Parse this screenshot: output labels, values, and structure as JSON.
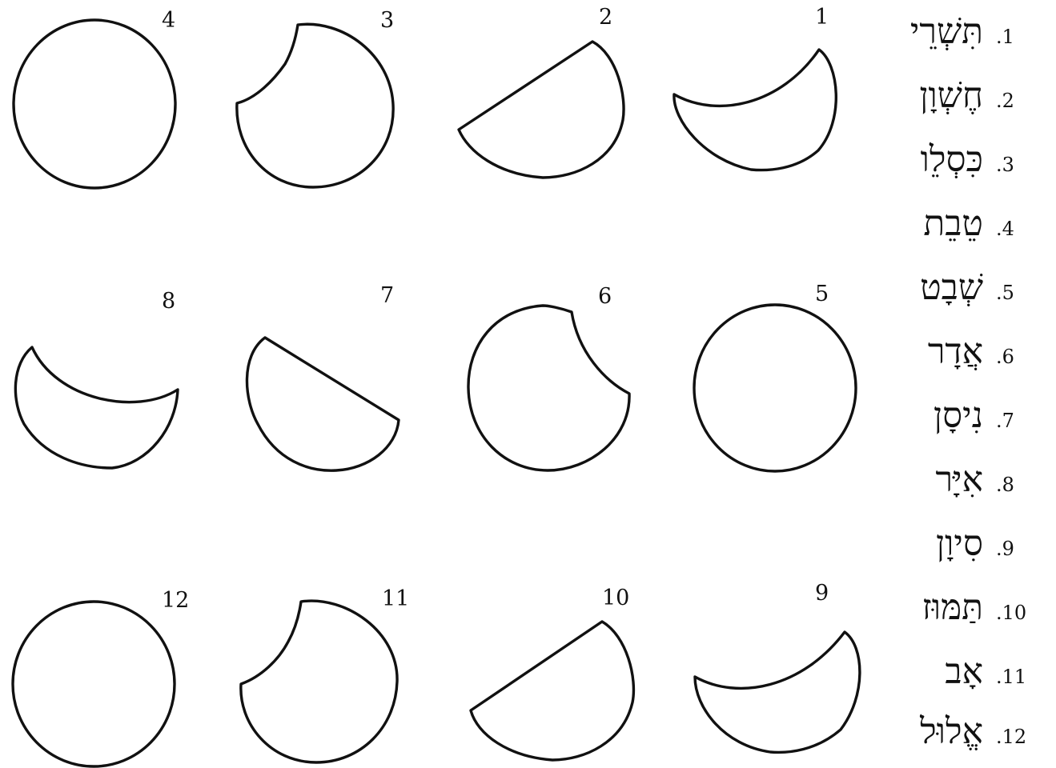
{
  "moon_diagrams": [
    {
      "label": "1",
      "shape": "crescent-up-right"
    },
    {
      "label": "2",
      "shape": "half-disc-lower-tilted"
    },
    {
      "label": "3",
      "shape": "disc-notch-upper-left"
    },
    {
      "label": "4",
      "shape": "full-disc"
    },
    {
      "label": "5",
      "shape": "full-disc"
    },
    {
      "label": "6",
      "shape": "disc-notch-upper-right"
    },
    {
      "label": "7",
      "shape": "half-disc-lower-tilted-mirrored"
    },
    {
      "label": "8",
      "shape": "crescent-up-left"
    },
    {
      "label": "9",
      "shape": "crescent-up-right"
    },
    {
      "label": "10",
      "shape": "half-disc-lower-tilted"
    },
    {
      "label": "11",
      "shape": "disc-notch-upper-left"
    },
    {
      "label": "12",
      "shape": "full-disc"
    }
  ],
  "months": [
    {
      "index": ".1",
      "name": "תִּשְׁרֵי"
    },
    {
      "index": ".2",
      "name": "חֶשְׁוָן"
    },
    {
      "index": ".3",
      "name": "כִּסְלֵו"
    },
    {
      "index": ".4",
      "name": "טֵבֵת"
    },
    {
      "index": ".5",
      "name": "שְׁבָט"
    },
    {
      "index": ".6",
      "name": "אֲדָר"
    },
    {
      "index": ".7",
      "name": "נִיסָן"
    },
    {
      "index": ".8",
      "name": "אִיָּר"
    },
    {
      "index": ".9",
      "name": "סִיוָן"
    },
    {
      "index": ".10",
      "name": "תַּמּוּז"
    },
    {
      "index": ".11",
      "name": "אָב"
    },
    {
      "index": ".12",
      "name": "אֱלוּל"
    }
  ]
}
